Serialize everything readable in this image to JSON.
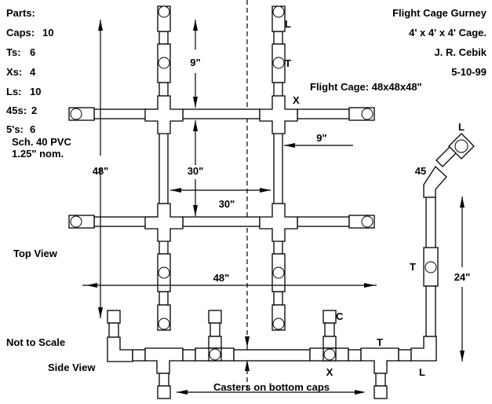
{
  "parts_list": {
    "heading": "Parts:",
    "items": [
      {
        "label": "Caps:",
        "qty": "10"
      },
      {
        "label": "Ts:",
        "qty": "6"
      },
      {
        "label": "Xs:",
        "qty": "4"
      },
      {
        "label": "Ls:",
        "qty": "10"
      },
      {
        "label": "45s:",
        "qty": "2"
      },
      {
        "label": "5's:",
        "qty": "6"
      }
    ],
    "material_line1": "Sch. 40 PVC",
    "material_line2": "1.25\" nom."
  },
  "title_block": {
    "title": "Flight Cage Gurney",
    "size": "4' x 4' x 4' Cage.",
    "author": "J. R. Cebik",
    "date": "5-10-99"
  },
  "cage_note": "Flight Cage:  48x48x48\"",
  "views": {
    "top": "Top View",
    "side": "Side View",
    "scale_note": "Not to Scale"
  },
  "dimensions": {
    "overall_height": "48\"",
    "overall_width": "48\"",
    "end_extension_top": "9\"",
    "side_extension": "9\"",
    "inner_vertical": "30\"",
    "inner_horizontal": "30\"",
    "handle_height": "24\""
  },
  "fitting_labels": {
    "L_top": "L",
    "T_top": "T",
    "X_top": "X",
    "C_side": "C",
    "X_side": "X",
    "T_side": "T",
    "L_side": "L",
    "handle_45": "45",
    "handle_L": "L",
    "handle_T": "T"
  },
  "casters_note": "Casters on bottom caps"
}
